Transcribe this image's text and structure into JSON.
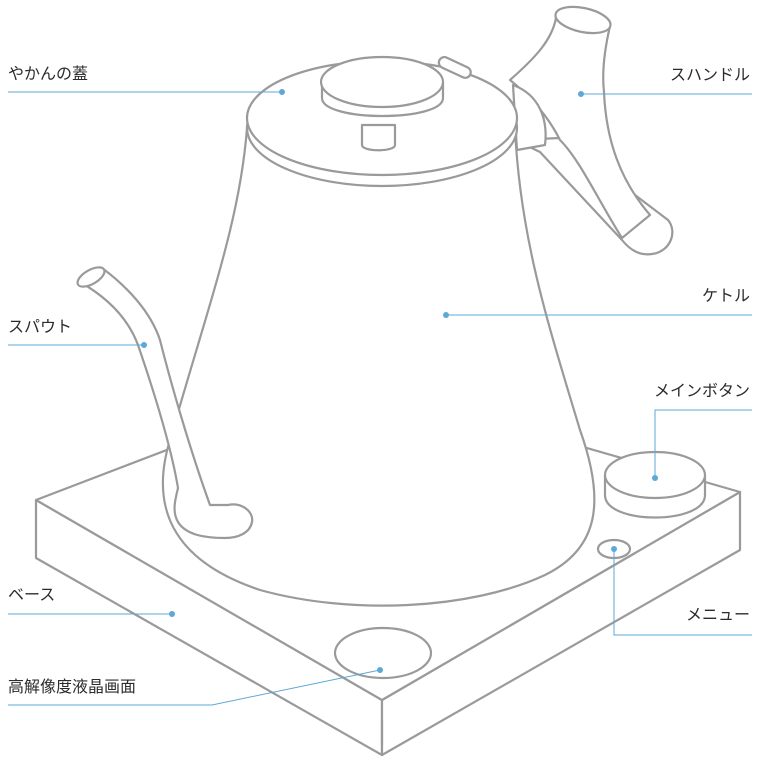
{
  "labels": {
    "lid": "やかんの蓋",
    "handle": "スハンドル",
    "kettle": "ケトル",
    "spout": "スパウト",
    "main_button": "メインボタン",
    "base": "ベース",
    "menu": "メニュー",
    "lcd": "高解像度液晶画面"
  },
  "colors": {
    "outline": "#9a9a9a",
    "leader": "#5ea8d8",
    "text": "#2b2b2b"
  }
}
